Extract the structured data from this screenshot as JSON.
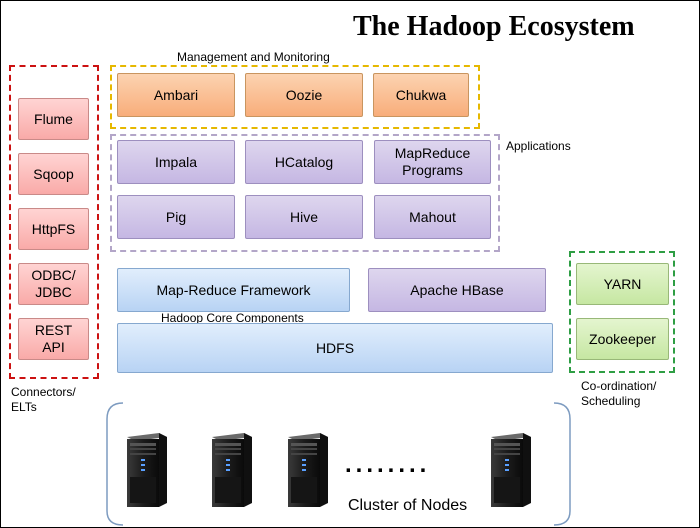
{
  "title": "The Hadoop Ecosystem",
  "colors": {
    "management_border": "#e6b800",
    "applications_border": "#b3a6c8",
    "connectors_border": "#cc1111",
    "coordination_border": "#2e9e44",
    "cluster_border": "#7d9bc0",
    "orange": "#f8ad7a",
    "purple": "#c5b7e3",
    "blue": "#b8d3f4",
    "red": "#f9aaa8",
    "green": "#c6e7a2"
  },
  "management": {
    "label": "Management and Monitoring",
    "items": [
      "Ambari",
      "Oozie",
      "Chukwa"
    ]
  },
  "applications": {
    "label": "Applications",
    "items": [
      "Impala",
      "HCatalog",
      "MapReduce\nPrograms",
      "Pig",
      "Hive",
      "Mahout"
    ]
  },
  "core": {
    "label": "Hadoop Core Components",
    "mapreduce": "Map-Reduce Framework",
    "hbase": "Apache HBase",
    "hdfs": "HDFS"
  },
  "connectors": {
    "label": "Connectors/\nELTs",
    "items": [
      "Flume",
      "Sqoop",
      "HttpFS",
      "ODBC/\nJDBC",
      "REST\nAPI"
    ]
  },
  "coordination": {
    "label": "Co-ordination/\nScheduling",
    "items": [
      "YARN",
      "Zookeeper"
    ]
  },
  "cluster": {
    "label": "Cluster of Nodes",
    "dots": "........",
    "server_icon": "server-tower-icon"
  }
}
